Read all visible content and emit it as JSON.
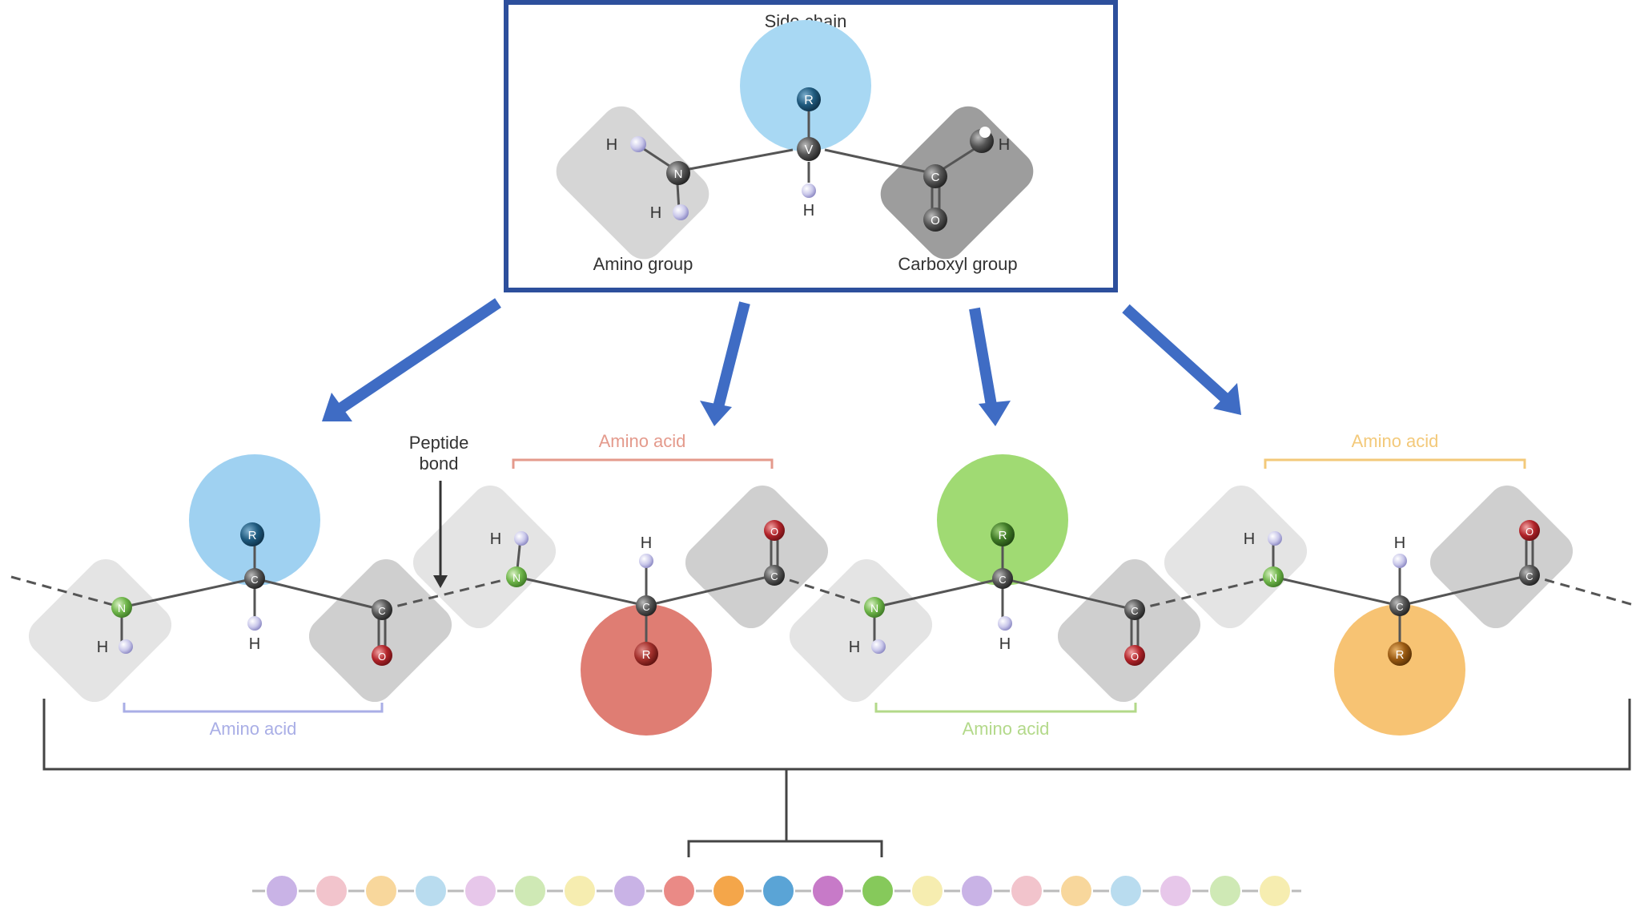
{
  "inset": {
    "side_chain_label": "Side chain",
    "amino_group_label": "Amino group",
    "carboxyl_group_label": "Carboxyl group",
    "atoms": {
      "r": "R",
      "alpha_c": "V",
      "h": "H",
      "n": "N",
      "c": "C",
      "o": "O"
    },
    "frame_color": "#2d4f9c"
  },
  "chain": {
    "peptide_bond_label": "Peptide\nbond",
    "bracket_labels": [
      {
        "text": "Amino acid",
        "color": "#a9aee6"
      },
      {
        "text": "Amino acid",
        "color": "#e49a8c"
      },
      {
        "text": "Amino acid",
        "color": "#b3d98a"
      },
      {
        "text": "Amino acid",
        "color": "#f3c97a"
      }
    ],
    "residue_colors": [
      "#8ec9ef",
      "#d9665b",
      "#8fd35a",
      "#f6b85b"
    ],
    "atoms": {
      "r": "R",
      "c": "C",
      "n": "N",
      "o": "O",
      "h": "H"
    }
  },
  "beads": {
    "colors": [
      "#c9b3e6",
      "#f2c4cc",
      "#f8d79c",
      "#b9dcef",
      "#e7c7ea",
      "#cfe9b5",
      "#f6edb0",
      "#c9b3e6",
      "#ea8a86",
      "#f4a64a",
      "#5aa4d6",
      "#c77ac8",
      "#86c95b",
      "#f6edb0",
      "#c9b3e6",
      "#f2c4cc",
      "#f8d79c",
      "#b9dcef",
      "#e7c7ea",
      "#cfe9b5",
      "#f6edb0"
    ]
  },
  "colors": {
    "arrow": "#3f6cc4",
    "nitrogen": "#6fb64a",
    "carbon": "#555555",
    "oxygen": "#b3252b",
    "hydrogen": "#c9c7ea",
    "frame": "#2d4f9c"
  }
}
